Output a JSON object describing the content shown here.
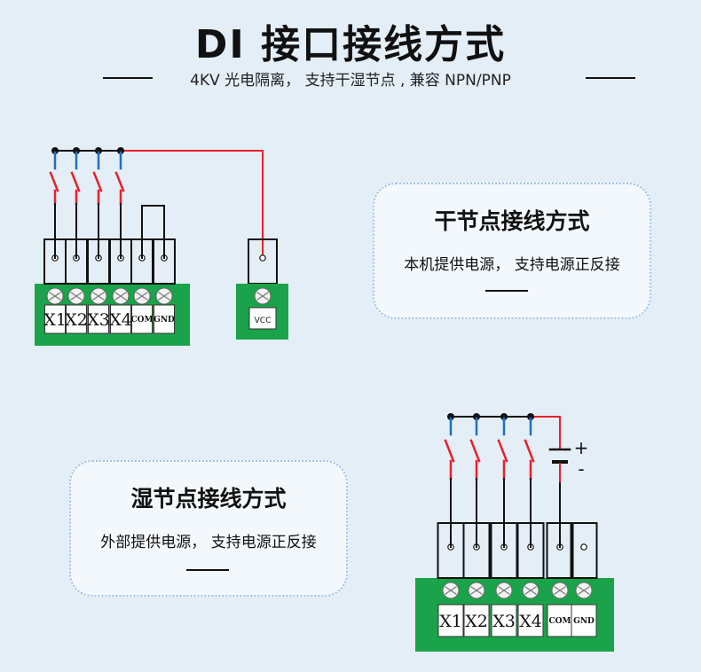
{
  "header": {
    "title": "DI 接口接线方式",
    "subtitle": "4KV 光电隔离，  支持干湿节点 , 兼容 NPN/PNP"
  },
  "dry_card": {
    "title": "干节点接线方式",
    "text": "本机提供电源，  支持电源正反接"
  },
  "wet_card": {
    "title": "湿节点接线方式",
    "text": "外部提供电源，  支持电源正反接"
  },
  "terminal_labels": [
    "X1",
    "X2",
    "X3",
    "X4",
    "COM",
    "GND"
  ],
  "vcc_label": "VCC",
  "battery": {
    "plus": "+",
    "minus": "-"
  },
  "colors": {
    "background": "#e4eef7",
    "pcb_green": "#1aa34a",
    "wire_red": "#e8202a",
    "wire_blue": "#1f6fc2",
    "wire_black": "#111111",
    "card_border": "#9fc3e6"
  }
}
